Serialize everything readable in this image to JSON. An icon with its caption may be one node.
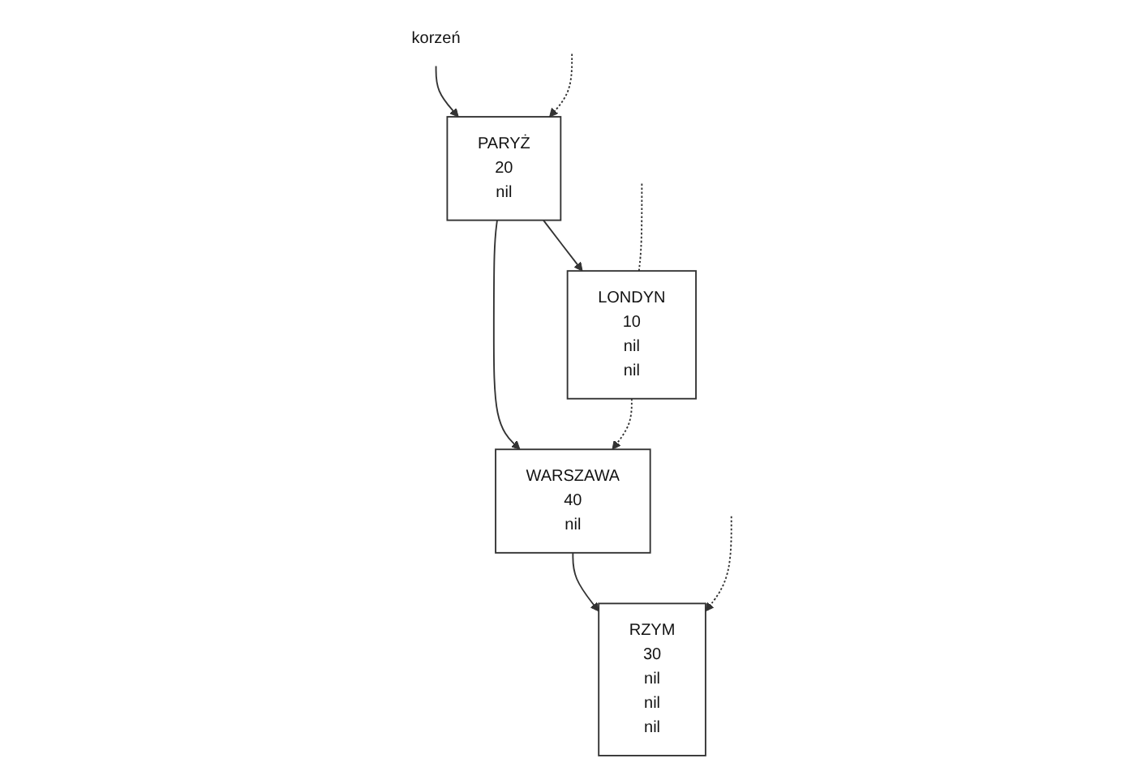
{
  "diagram": {
    "nodes": [
      {
        "text": [
          "korzeń"
        ]
      },
      {
        "text": [
          "PARYŻ",
          "20",
          "nil"
        ]
      },
      {
        "text": [
          "LONDYN",
          "10",
          "nil",
          "nil"
        ]
      },
      {
        "text": [
          "WARSZAWA",
          "40",
          "nil"
        ]
      },
      {
        "text": [
          "RZYM",
          "30",
          "nil",
          "nil",
          "nil"
        ]
      }
    ],
    "edges": [
      {
        "from": 0,
        "to": 1,
        "arrow": "to"
      },
      {
        "from": null,
        "to": 1,
        "arrow": "to",
        "style": "dashed"
      },
      {
        "from": 1,
        "to": 2,
        "arrow": "to"
      },
      {
        "from": 1,
        "to": 3,
        "arrow": "to"
      },
      {
        "from": null,
        "to": 2,
        "arrow": "none",
        "style": "dashed"
      },
      {
        "from": 2,
        "to": 3,
        "arrow": "to",
        "style": "dashed"
      },
      {
        "from": 3,
        "to": 4,
        "arrow": "to"
      },
      {
        "from": null,
        "to": 4,
        "arrow": "to",
        "style": "dashed"
      }
    ]
  }
}
